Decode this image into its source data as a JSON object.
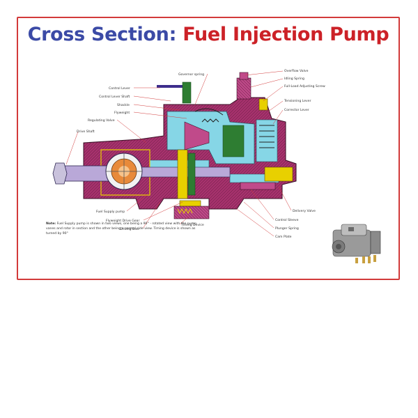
{
  "title": {
    "part1": "Cross Section:",
    "part2": "Fuel Injection Pump"
  },
  "colors": {
    "border": "#d23a3a",
    "title_blue": "#3b4aa6",
    "title_red": "#cc2127",
    "housing": "#a8326e",
    "cyan": "#86d6e6",
    "gear": "#e8d000",
    "hatch": "#6b1f45",
    "shaft": "#b9a8d8"
  },
  "labels": {
    "governor_spring": "Governor spring",
    "overflow_valve": "Overflow Valve",
    "idling_spring": "Idling Spring",
    "full_load_screw": "Full-Load Adjusting Screw",
    "control_lever": "Control Lever",
    "control_lever_shaft": "Control Lever Shaft",
    "shackle": "Shackle",
    "flyweight": "Flyweight",
    "tensioning_lever": "Tensioning Lever",
    "corrector_lever": "Corrector Lever",
    "regulating_valve": "Regulating Valve",
    "drive_shaft": "Drive Shaft",
    "fuel_supply_pump": "Fuel Supply pump",
    "flyweight_drive_gear": "Flyweight Drive Gear",
    "driving_disc": "Driving Disc",
    "timing_device": "Timing Device",
    "delivery_valve": "Delivery Valve",
    "control_sleeve": "Control Sleeve",
    "plunger_spring": "Plunger Spring",
    "cam_plate": "Cam Plate"
  },
  "note": {
    "bold": "Note:",
    "text": " Fuel Supply pump is shown in two views, one being a 90° - rotated view with the pump vanes and rotor in section and the other being a normal side view. Timing device is shown as turned by 90°"
  }
}
